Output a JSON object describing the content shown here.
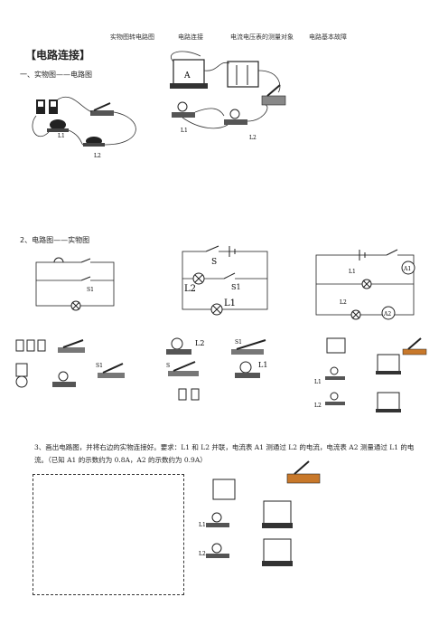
{
  "header": {
    "items": [
      "实物图转电路图",
      "电路连接",
      "电流电压表的测量对象",
      "电路基本故障"
    ]
  },
  "title": "【电路连接】",
  "section1": {
    "heading": "一、实物图——电路图",
    "label_l1_left": "L1",
    "label_l2_left": "L2",
    "label_l1_right": "L1",
    "label_l2_right": "L2",
    "meter_letter": "A"
  },
  "section2": {
    "heading": "2、电路图——实物图",
    "fig_a": {
      "s1": "S1"
    },
    "fig_b": {
      "s": "S",
      "s1": "S1",
      "l1": "L1",
      "l2": "L2"
    },
    "fig_c": {
      "l1": "L1",
      "l2": "L2",
      "a1": "A1",
      "a2": "A2"
    },
    "parts_b": {
      "l2": "L2",
      "s1": "S1",
      "s": "S",
      "l1": "L1"
    },
    "parts_a": {
      "s1": "S1"
    },
    "parts_c": {
      "l1": "L1",
      "l2": "L2"
    }
  },
  "question3": {
    "text": "3、画出电路图，并将右边的实物连接好。要求：L1 和 L2 并联，电流表 A1 测通过 L2 的电流，电流表 A2 测量通过 L1 的电流。（已知 A1 的示数约为 0.8A，A2 的示数约为 0.9A）",
    "label_l1": "L1",
    "label_l2": "L2"
  }
}
